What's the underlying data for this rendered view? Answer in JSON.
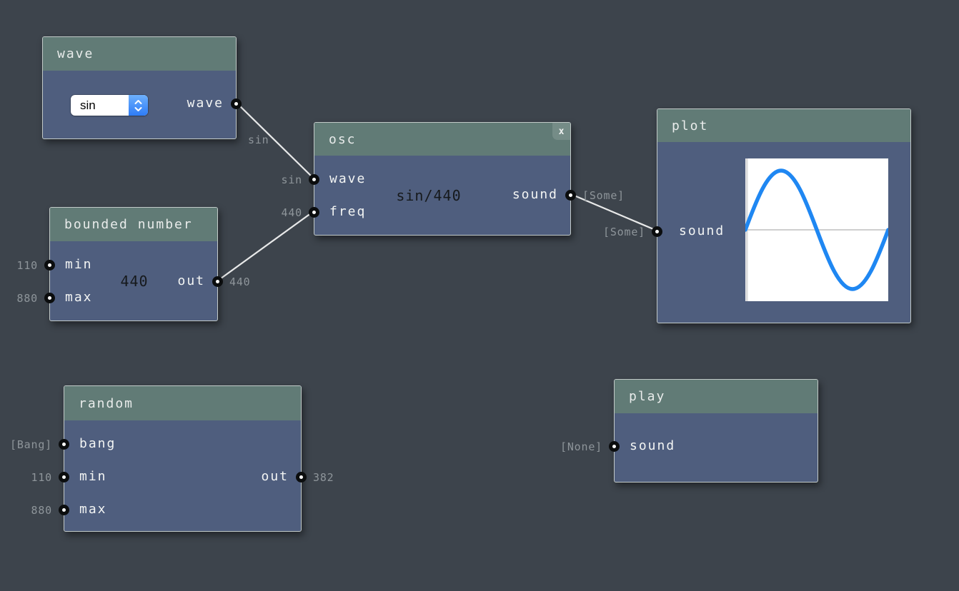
{
  "app": {
    "kind": "node-graph audio patch editor"
  },
  "colors": {
    "background": "#3d444c",
    "node_header": "#617b76",
    "node_body": "#4f5e7e",
    "node_border": "#c2cac8",
    "wire": "#e8e9e9",
    "port": "#0b0d0e",
    "value_label": "#8e959a",
    "display_text": "#16191c",
    "sine_stroke": "#1f87f2",
    "select_accent": "#2e7cf6"
  },
  "nodes": {
    "wave": {
      "title": "wave",
      "select_value": "sin",
      "output_label": "wave",
      "output_value": "sin"
    },
    "osc": {
      "title": "osc",
      "close_label": "x",
      "input_wave_label": "wave",
      "input_wave_value": "sin",
      "input_freq_label": "freq",
      "input_freq_value": "440",
      "display": "sin/440",
      "output_label": "sound",
      "output_value": "[Some]"
    },
    "bounded_number": {
      "title": "bounded number",
      "input_min_label": "min",
      "input_min_value": "110",
      "input_max_label": "max",
      "input_max_value": "880",
      "display": "440",
      "output_label": "out",
      "output_value": "440"
    },
    "plot": {
      "title": "plot",
      "input_label": "sound",
      "input_value": "[Some]",
      "waveform": "sine, one full period, positive half first"
    },
    "random": {
      "title": "random",
      "input_bang_label": "bang",
      "input_bang_value": "[Bang]",
      "input_min_label": "min",
      "input_min_value": "110",
      "input_max_label": "max",
      "input_max_value": "880",
      "output_label": "out",
      "output_value": "382"
    },
    "play": {
      "title": "play",
      "input_label": "sound",
      "input_value": "[None]"
    }
  },
  "connections": [
    {
      "from": "wave.wave",
      "to": "osc.wave",
      "value": "sin"
    },
    {
      "from": "bounded_number.out",
      "to": "osc.freq",
      "value": "440"
    },
    {
      "from": "osc.sound",
      "to": "plot.sound",
      "value": "[Some]"
    }
  ]
}
